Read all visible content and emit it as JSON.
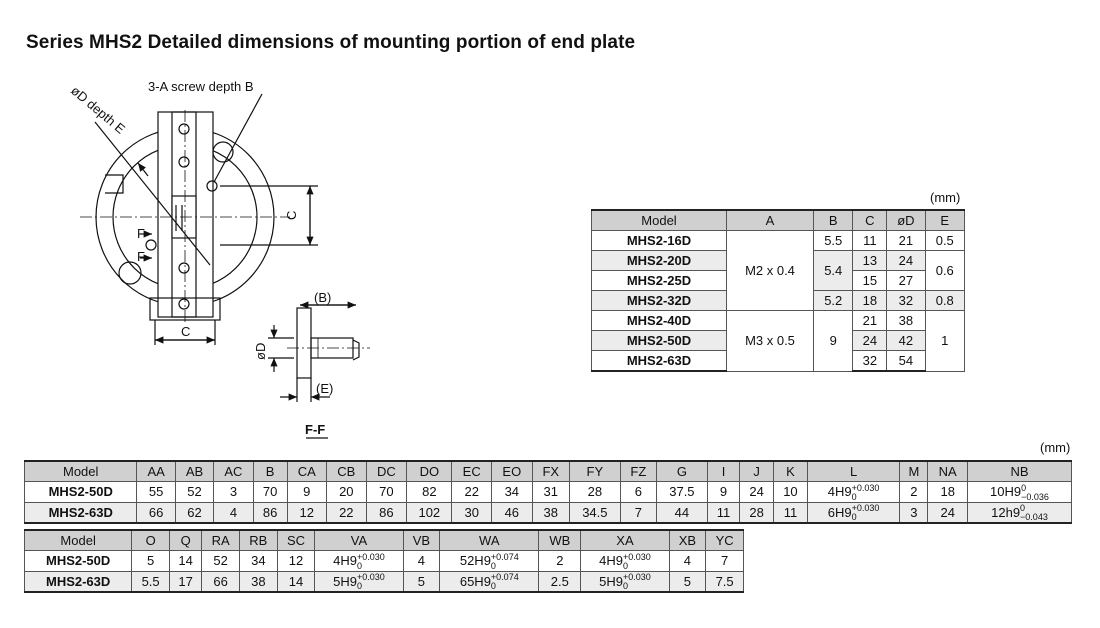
{
  "title": "Series MHS2  Detailed dimensions of mounting portion of end plate",
  "drawing": {
    "label_screw": "3-A screw depth B",
    "label_od": "øD depth E",
    "label_c_right": "C",
    "label_c_bottom": "C",
    "label_f_top": "F",
    "label_f_bottom": "F",
    "label_b": "(B)",
    "label_e": "(E)",
    "label_od_side": "øD",
    "label_section": "F-F"
  },
  "unit": "(mm)",
  "table1": {
    "headers": [
      "Model",
      "A",
      "B",
      "C",
      "øD",
      "E"
    ],
    "models": [
      "MHS2-16D",
      "MHS2-20D",
      "MHS2-25D",
      "MHS2-32D",
      "MHS2-40D",
      "MHS2-50D",
      "MHS2-63D"
    ],
    "a_m2": "M2 x 0.4",
    "a_m3": "M3 x 0.5",
    "b": [
      "5.5",
      "5.4",
      "5.2",
      "9"
    ],
    "c": [
      "11",
      "13",
      "15",
      "18",
      "21",
      "24",
      "32"
    ],
    "od": [
      "21",
      "24",
      "27",
      "32",
      "38",
      "42",
      "54"
    ],
    "e": [
      "0.5",
      "0.6",
      "0.8",
      "1"
    ]
  },
  "table2": {
    "headers": [
      "Model",
      "AA",
      "AB",
      "AC",
      "B",
      "CA",
      "CB",
      "DC",
      "DO",
      "EC",
      "EO",
      "FX",
      "FY",
      "FZ",
      "G",
      "I",
      "J",
      "K",
      "L",
      "M",
      "NA",
      "NB"
    ],
    "rows": [
      {
        "model": "MHS2-50D",
        "vals": [
          "55",
          "52",
          "3",
          "70",
          "9",
          "20",
          "70",
          "82",
          "22",
          "34",
          "31",
          "28",
          "6",
          "37.5",
          "9",
          "24",
          "10"
        ],
        "l_base": "4H9",
        "l_up": "+0.030",
        "l_lo": "0",
        "m": "2",
        "na": "18",
        "nb_base": "10H9",
        "nb_up": "0",
        "nb_lo": "−0.036"
      },
      {
        "model": "MHS2-63D",
        "vals": [
          "66",
          "62",
          "4",
          "86",
          "12",
          "22",
          "86",
          "102",
          "30",
          "46",
          "38",
          "34.5",
          "7",
          "44",
          "11",
          "28",
          "11"
        ],
        "l_base": "6H9",
        "l_up": "+0.030",
        "l_lo": "0",
        "m": "3",
        "na": "24",
        "nb_base": "12h9",
        "nb_up": "0",
        "nb_lo": "−0.043"
      }
    ]
  },
  "table3": {
    "headers": [
      "Model",
      "O",
      "Q",
      "RA",
      "RB",
      "SC",
      "VA",
      "VB",
      "WA",
      "WB",
      "XA",
      "XB",
      "YC"
    ],
    "rows": [
      {
        "model": "MHS2-50D",
        "o": "5",
        "q": "14",
        "ra": "52",
        "rb": "34",
        "sc": "12",
        "va": "4H9",
        "va_up": "+0.030",
        "va_lo": "0",
        "vb": "4",
        "wa": "52H9",
        "wa_up": "+0.074",
        "wa_lo": "0",
        "wb": "2",
        "xa": "4H9",
        "xa_up": "+0.030",
        "xa_lo": "0",
        "xb": "4",
        "yc": "7"
      },
      {
        "model": "MHS2-63D",
        "o": "5.5",
        "q": "17",
        "ra": "66",
        "rb": "38",
        "sc": "14",
        "va": "5H9",
        "va_up": "+0.030",
        "va_lo": "0",
        "vb": "5",
        "wa": "65H9",
        "wa_up": "+0.074",
        "wa_lo": "0",
        "wb": "2.5",
        "xa": "5H9",
        "xa_up": "+0.030",
        "xa_lo": "0",
        "xb": "5",
        "yc": "7.5"
      }
    ]
  }
}
